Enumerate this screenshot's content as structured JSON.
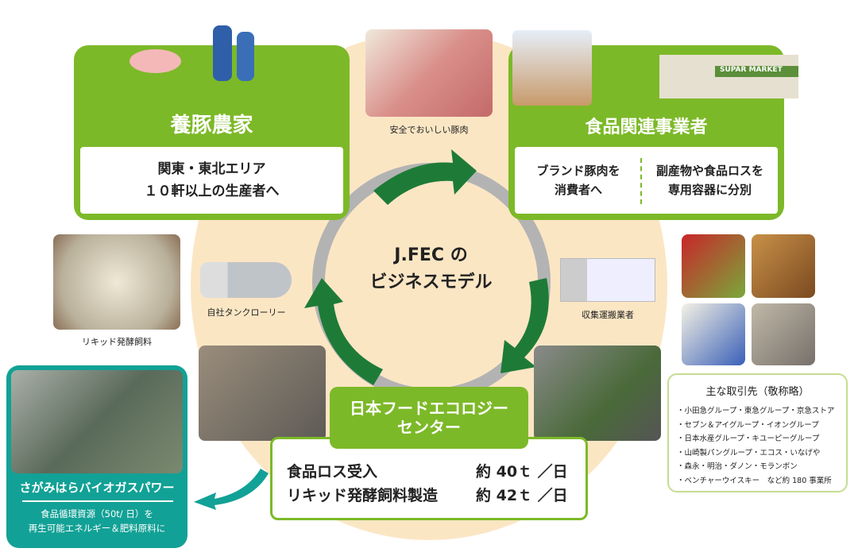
{
  "center": {
    "line1": "J.FEC の",
    "line2": "ビジネスモデル"
  },
  "farmer": {
    "title": "養豚農家",
    "line1": "関東・東北エリア",
    "line2": "１０軒以上の生産者へ"
  },
  "food_business": {
    "title": "食品関連事業者",
    "left1": "ブランド豚肉を",
    "left2": "消費者へ",
    "right1": "副産物や食品ロスを",
    "right2": "専用容器に分別",
    "store_sign": "SUPAR MARKET"
  },
  "captions": {
    "pork": "安全でおいしい豚肉",
    "tanker": "自社タンクローリー",
    "collector": "収集運搬業者",
    "liquid_feed": "リキッド発酵飼料"
  },
  "center_facility": {
    "title1": "日本フードエコロジー",
    "title2": "センター",
    "row1_label": "食品ロス受入",
    "row1_value": "約 40ｔ ／日",
    "row2_label": "リキッド発酵飼料製造",
    "row2_value": "約 42ｔ ／日"
  },
  "partners": {
    "title": "主な取引先（敬称略）",
    "items": [
      "・小田急グループ・東急グループ・京急ストア",
      "・セブン＆アイグループ・イオングループ",
      "・日本水産グループ・キユーピーグループ",
      "・山崎製パングループ・エコス・いなげや",
      "・森永・明治・ダノン・モランボン",
      "・ベンチャーウイスキー　など約 180 事業所"
    ]
  },
  "biogas": {
    "title": "さがみはらバイオガスパワー",
    "line1": "食品循環資源（50t/ 日）を",
    "line2": "再生可能エネルギー＆肥料原料に"
  },
  "colors": {
    "green": "#7cb928",
    "arrow": "#1e7b37",
    "teal": "#12a196",
    "beige": "#fbe6c4"
  }
}
